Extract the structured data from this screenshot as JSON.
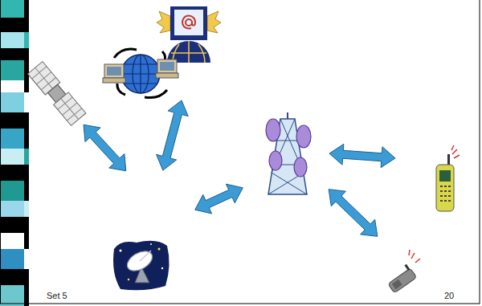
{
  "diagram": {
    "nodes": [
      {
        "text": []
      },
      {
        "text": []
      },
      {
        "text": []
      },
      {
        "text": []
      },
      {
        "text": []
      },
      {
        "text": []
      },
      {
        "text": []
      }
    ],
    "edges": [
      {
        "from": 2,
        "to": 5,
        "arrow": "both"
      },
      {
        "from": 1,
        "to": 5,
        "arrow": "both"
      },
      {
        "from": 5,
        "to": 3,
        "arrow": "both"
      },
      {
        "from": 3,
        "to": 4,
        "arrow": "both"
      },
      {
        "from": 3,
        "to": 6,
        "arrow": "both"
      }
    ],
    "labels": [
      "Set 5",
      "20"
    ]
  }
}
